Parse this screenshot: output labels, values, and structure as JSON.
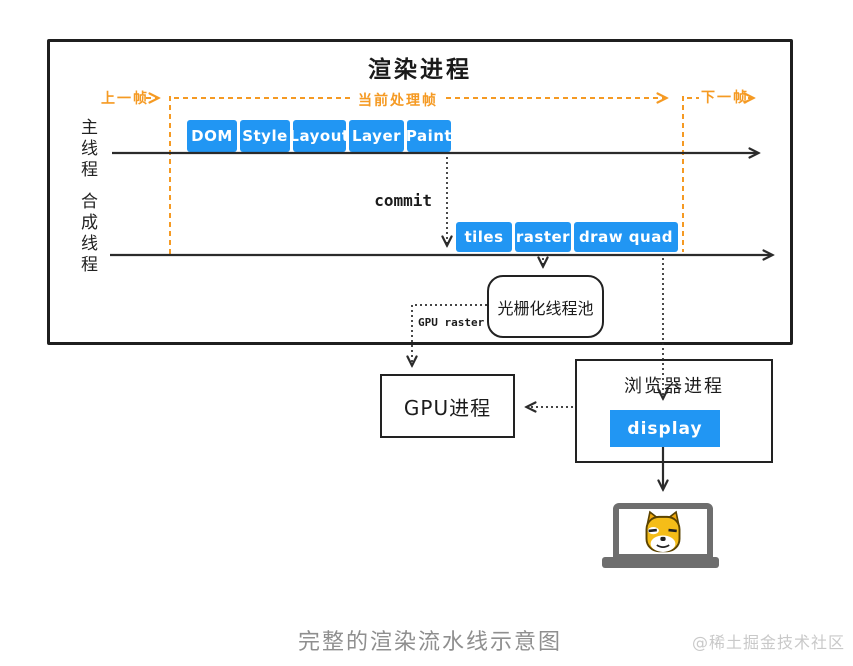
{
  "diagram": {
    "title": "渲染进程",
    "frame_markers": {
      "previous": "上一帧",
      "current": "当前处理帧",
      "next": "下一帧"
    },
    "threads": {
      "main": {
        "label": "主线程",
        "stages": [
          "DOM",
          "Style",
          "Layout",
          "Layer",
          "Paint"
        ]
      },
      "compositor": {
        "label": "合成线程",
        "stages": [
          "tiles",
          "raster",
          "draw quad"
        ]
      }
    },
    "annotations": {
      "commit": "commit",
      "gpu_raster": "GPU raster"
    },
    "raster_pool": {
      "label": "光栅化线程池"
    },
    "gpu_process": {
      "label": "GPU进程"
    },
    "browser_process": {
      "label": "浏览器进程",
      "display_button": "display"
    },
    "output_device": {
      "icon": "laptop-with-doge"
    }
  },
  "caption": "完整的渲染流水线示意图",
  "watermark": "@稀土掘金技术社区",
  "colors": {
    "accent_blue": "#2196f3",
    "accent_orange": "#f59a23",
    "line_dark": "#2b2b2b"
  }
}
